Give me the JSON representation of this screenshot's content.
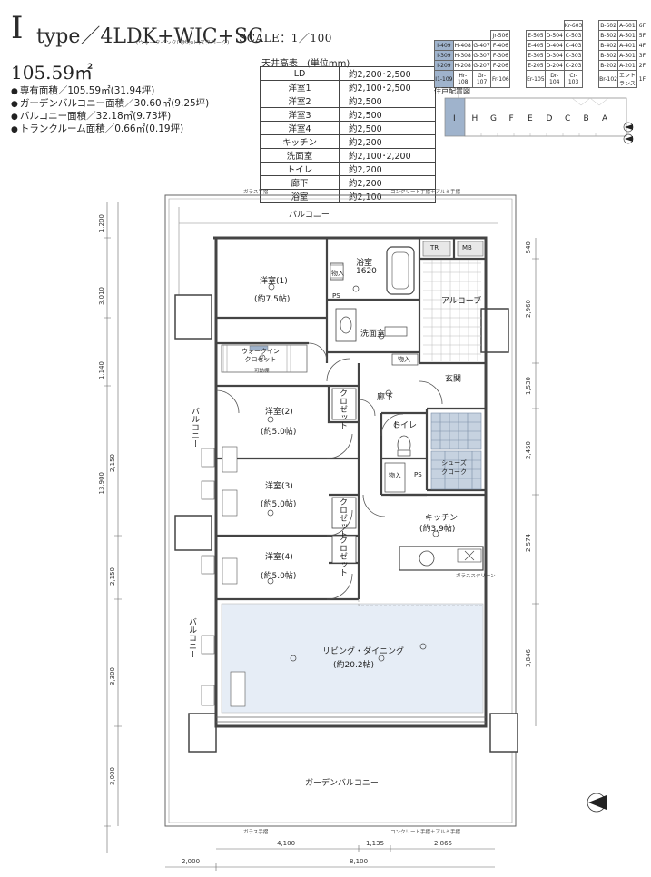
{
  "header": {
    "type_letter": "I",
    "type_rest": "type／4LDK+WIC+SC",
    "wic_note": "(ウォークインクロゼット)",
    "sc_note": "(シューズクローク)",
    "scale": "SCALE：1／100"
  },
  "summary": {
    "total_area": "105.59㎡",
    "items": [
      "専有面積／105.59㎡(31.94坪)",
      "ガーデンバルコニー面積／30.60㎡(9.25坪)",
      "バルコニー面積／32.18㎡(9.73坪)",
      "トランクルーム面積／0.66㎡(0.19坪)"
    ]
  },
  "ceiling_table": {
    "caption": "天井高表　(単位mm)",
    "rows": [
      {
        "room": "LD",
        "height": "約2,200･2,500"
      },
      {
        "room": "洋室1",
        "height": "約2,100･2,500"
      },
      {
        "room": "洋室2",
        "height": "約2,500"
      },
      {
        "room": "洋室3",
        "height": "約2,500"
      },
      {
        "room": "洋室4",
        "height": "約2,500"
      },
      {
        "room": "キッチン",
        "height": "約2,200"
      },
      {
        "room": "洗面室",
        "height": "約2,100･2,200"
      },
      {
        "room": "トイレ",
        "height": "約2,200"
      },
      {
        "room": "廊下",
        "height": "約2,200"
      },
      {
        "room": "浴室",
        "height": "約2,100"
      }
    ]
  },
  "unit_table": {
    "rows": [
      {
        "cells": [
          "",
          "",
          "",
          "",
          "",
          "",
          "",
          "Kr-603",
          "",
          "B-602",
          "A-601"
        ],
        "floor": "6F"
      },
      {
        "cells": [
          "",
          "",
          "",
          "Jr-506",
          "",
          "E-505",
          "D-504",
          "C-503",
          "",
          "B-502",
          "A-501"
        ],
        "floor": "5F"
      },
      {
        "cells": [
          "I-409",
          "H-408",
          "G-407",
          "F-406",
          "",
          "E-405",
          "D-404",
          "C-403",
          "",
          "B-402",
          "A-401"
        ],
        "floor": "4F"
      },
      {
        "cells": [
          "I-309",
          "H-308",
          "G-307",
          "F-306",
          "",
          "E-305",
          "D-304",
          "C-303",
          "",
          "B-302",
          "A-301"
        ],
        "floor": "3F"
      },
      {
        "cells": [
          "I-209",
          "H-208",
          "G-207",
          "F-206",
          "",
          "E-205",
          "D-204",
          "C-203",
          "",
          "B-202",
          "A-201"
        ],
        "floor": "2F"
      },
      {
        "cells": [
          "I1-109",
          "Hr-108",
          "Gr-107",
          "Fr-106",
          "",
          "Er-105",
          "Dr-104",
          "Cr-103",
          "",
          "Br-102",
          "エントランス"
        ],
        "floor": "1F"
      }
    ]
  },
  "keyplan": {
    "caption": "住戸配置図",
    "letters": [
      "I",
      "H",
      "G",
      "F",
      "E",
      "D",
      "C",
      "B",
      "A"
    ]
  },
  "rooms": {
    "balcony_top": "バルコニー",
    "balcony_left": "バルコニー",
    "balcony_left2": "バルコニー",
    "garden_balcony": "ガーデンバルコニー",
    "western1": "洋室(1)",
    "western1_size": "(約7.5帖)",
    "western2": "洋室(2)",
    "western2_size": "(約5.0帖)",
    "western3": "洋室(3)",
    "western3_size": "(約5.0帖)",
    "western4": "洋室(4)",
    "western4_size": "(約5.0帖)",
    "bath": "浴室",
    "bath_size": "1620",
    "washroom": "洗面室",
    "alcove": "アルコーブ",
    "entrance": "玄関",
    "hallway": "廊下",
    "toilet": "トイレ",
    "shoes_cloak": "シューズ\nクローク",
    "kitchen": "キッチン",
    "kitchen_size": "(約3.9帖)",
    "living": "リビング・ダイニング",
    "living_size": "(約20.2帖)",
    "walkin": "ウォークイン\nクロゼット",
    "closet": "クロゼット",
    "storage": "物入",
    "tr": "TR",
    "mb": "MB",
    "ps": "PS",
    "glass_screen": "ガラススクリーン",
    "glass_rail_top": "ガラス手摺",
    "concrete_rail": "コンクリート手摺＋アルミ手摺",
    "glass_rail_bottom": "ガラス手摺",
    "concrete_rail_bottom": "コンクリート手摺＋アルミ手摺",
    "movable_shelf": "可動棚"
  },
  "dimensions": {
    "left": [
      "1,200",
      "3,010",
      "1,140",
      "13,900",
      "2,150",
      "2,150",
      "3,300",
      "3,000"
    ],
    "right": [
      "540",
      "2,960",
      "1,530",
      "2,450",
      "2,574",
      "3,846"
    ],
    "bottom_row1": [
      "4,100",
      "1,135",
      "2,865"
    ],
    "bottom_row2": [
      "2,000",
      "8,100"
    ]
  },
  "colors": {
    "highlight": "#9fb3cc",
    "living_fill": "#e6edf6",
    "wall": "#555555",
    "tile": "#d0dae6"
  },
  "north_icon": "north-arrow-icon"
}
